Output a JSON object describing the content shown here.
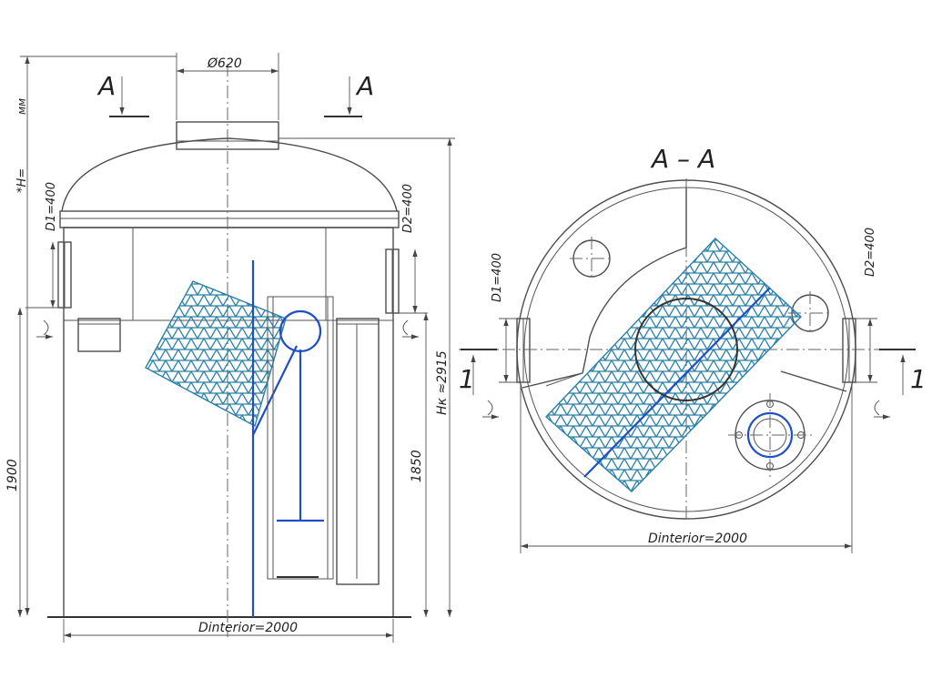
{
  "front_view": {
    "manhole_diameter": "Ø620",
    "section_mark": "A",
    "height_note_prefix": "*H=",
    "height_note_unit": "мм",
    "d1_label": "D1=400",
    "d2_label": "D2=400",
    "height_1900": "1900",
    "height_1850": "1850",
    "hk_label": "Hк ≈2915",
    "d_interior": "Dinterior=2000"
  },
  "section_view": {
    "title": "A – A",
    "d1_label": "D1=400",
    "d2_label": "D2=400",
    "cut_mark": "1",
    "d_interior": "Dinterior=2000"
  },
  "colors": {
    "outline": "#4d4d4d",
    "pipe_blue": "#1f4fc1",
    "mesh_teal": "#2a7fa8"
  }
}
